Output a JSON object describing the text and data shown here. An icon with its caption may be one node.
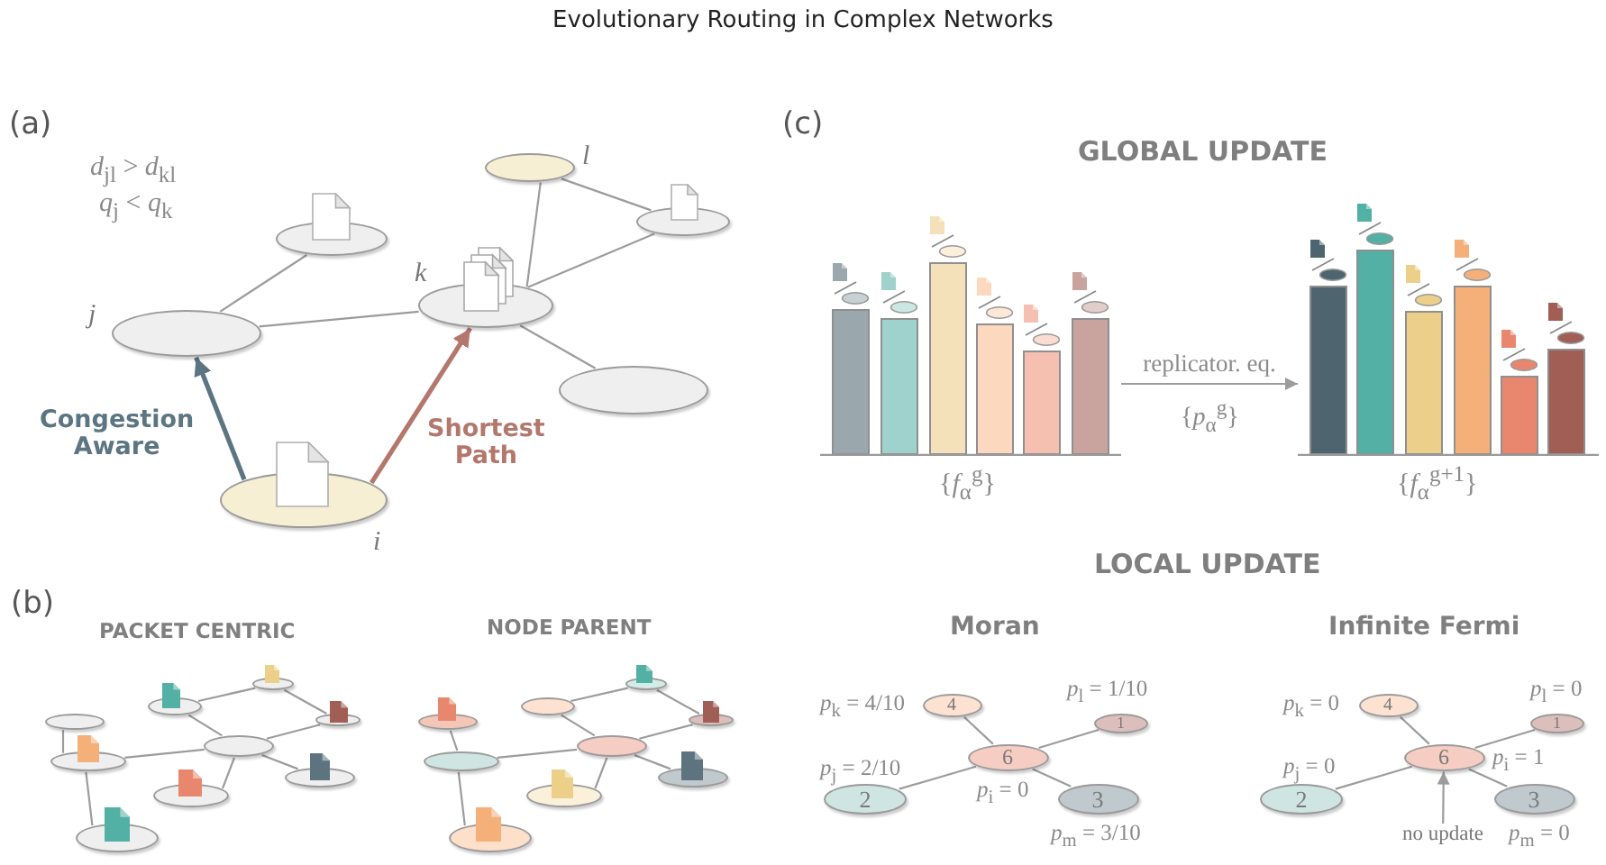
{
  "diagram": {
    "title": "Evolutionary Routing in Complex Networks",
    "nodes": [
      {
        "text": [],
        "shape": "ellipse",
        "beside": [
          "l"
        ]
      },
      {
        "text": [],
        "shape": "ellipse"
      },
      {
        "text": [],
        "shape": "ellipse"
      },
      {
        "text": [],
        "shape": "ellipse",
        "beside": [
          "k"
        ]
      },
      {
        "text": [],
        "shape": "ellipse",
        "beside": [
          "j"
        ]
      },
      {
        "text": [],
        "shape": "ellipse"
      },
      {
        "text": [],
        "shape": "ellipse",
        "beside": [
          "i"
        ]
      },
      {
        "text": [],
        "shape": "ellipse"
      },
      {
        "text": [],
        "shape": "ellipse"
      },
      {
        "text": [],
        "shape": "ellipse"
      },
      {
        "text": [],
        "shape": "ellipse"
      },
      {
        "text": [],
        "shape": "ellipse"
      },
      {
        "text": [],
        "shape": "ellipse"
      },
      {
        "text": [],
        "shape": "ellipse"
      },
      {
        "text": [],
        "shape": "ellipse"
      },
      {
        "text": [],
        "shape": "ellipse"
      },
      {
        "text": [],
        "shape": "ellipse"
      },
      {
        "text": [],
        "shape": "ellipse"
      },
      {
        "text": [],
        "shape": "ellipse"
      },
      {
        "text": [],
        "shape": "ellipse"
      },
      {
        "text": [],
        "shape": "ellipse"
      },
      {
        "text": [],
        "shape": "ellipse"
      },
      {
        "text": [],
        "shape": "ellipse"
      },
      {
        "text": [],
        "shape": "ellipse"
      },
      {
        "text": [],
        "shape": "ellipse"
      },
      {
        "text": [],
        "shape": "picture",
        "beside": [
          "{*f*$_{α}$$^{g}$}"
        ]
      },
      {
        "text": [],
        "shape": "picture",
        "beside": [
          "{*f*$_{α}$$^{g+1}$}"
        ]
      },
      {
        "text": [
          "4"
        ],
        "beside": [
          "*p*$_{k}$ = 4/10"
        ]
      },
      {
        "text": [
          "1"
        ],
        "beside": [
          "*p*$_{l}$ = 1/10"
        ]
      },
      {
        "text": [
          "6"
        ],
        "beside": [
          "*p*$_{i}$ = 0"
        ]
      },
      {
        "text": [
          "2"
        ],
        "beside": [
          "*p*$_{j}$ = 2/10"
        ]
      },
      {
        "text": [
          "3"
        ],
        "beside": [
          "*p*$_{m}$ = 3/10"
        ]
      },
      {
        "text": [
          "4"
        ],
        "beside": [
          "*p*$_{k}$ = 0"
        ]
      },
      {
        "text": [
          "1"
        ],
        "beside": [
          "*p*$_{l}$ = 0"
        ]
      },
      {
        "text": [
          "6"
        ],
        "beside": [
          "*p*$_{i}$ = 1"
        ]
      },
      {
        "text": [
          "2"
        ],
        "beside": [
          "*p*$_{j}$ = 0"
        ]
      },
      {
        "text": [
          "3"
        ],
        "beside": [
          "*p*$_{m}$ = 0"
        ]
      },
      {
        "text": [
          "no update"
        ]
      }
    ],
    "edges": [
      {
        "from": 0,
        "to": 1,
        "arrow": "none"
      },
      {
        "from": 0,
        "to": 3,
        "arrow": "none"
      },
      {
        "from": 2,
        "to": 4,
        "arrow": "none"
      },
      {
        "from": 4,
        "to": 3,
        "arrow": "none"
      },
      {
        "from": 3,
        "to": 1,
        "arrow": "none"
      },
      {
        "from": 3,
        "to": 5,
        "arrow": "none"
      },
      {
        "from": 6,
        "to": 4,
        "arrow": "to",
        "label": "Congestion Aware",
        "style": "thick",
        "color": "#5b7582"
      },
      {
        "from": 6,
        "to": 3,
        "arrow": "to",
        "label": "Shortest Path",
        "style": "thick",
        "color": "#b3776c"
      },
      {
        "from": 7,
        "to": 11,
        "arrow": "none"
      },
      {
        "from": 8,
        "to": 9,
        "arrow": "none"
      },
      {
        "from": 9,
        "to": 10,
        "arrow": "none"
      },
      {
        "from": 8,
        "to": 12,
        "arrow": "none"
      },
      {
        "from": 11,
        "to": 12,
        "arrow": "none"
      },
      {
        "from": 12,
        "to": 10,
        "arrow": "none"
      },
      {
        "from": 12,
        "to": 13,
        "arrow": "none"
      },
      {
        "from": 12,
        "to": 14,
        "arrow": "none"
      },
      {
        "from": 11,
        "to": 15,
        "arrow": "none"
      },
      {
        "from": 16,
        "to": 20,
        "arrow": "none"
      },
      {
        "from": 17,
        "to": 18,
        "arrow": "none"
      },
      {
        "from": 18,
        "to": 19,
        "arrow": "none"
      },
      {
        "from": 17,
        "to": 21,
        "arrow": "none"
      },
      {
        "from": 20,
        "to": 21,
        "arrow": "none"
      },
      {
        "from": 21,
        "to": 19,
        "arrow": "none"
      },
      {
        "from": 21,
        "to": 22,
        "arrow": "none"
      },
      {
        "from": 21,
        "to": 23,
        "arrow": "none"
      },
      {
        "from": 20,
        "to": 24,
        "arrow": "none"
      },
      {
        "from": 25,
        "to": 26,
        "arrow": "to",
        "label": "replicator. eq."
      },
      {
        "from": 27,
        "to": 29,
        "arrow": "none"
      },
      {
        "from": 29,
        "to": 28,
        "arrow": "none"
      },
      {
        "from": 30,
        "to": 29,
        "arrow": "none"
      },
      {
        "from": 29,
        "to": 31,
        "arrow": "none"
      },
      {
        "from": 32,
        "to": 34,
        "arrow": "none"
      },
      {
        "from": 34,
        "to": 33,
        "arrow": "none"
      },
      {
        "from": 35,
        "to": 34,
        "arrow": "none"
      },
      {
        "from": 34,
        "to": 36,
        "arrow": "none"
      },
      {
        "from": 37,
        "to": 34,
        "arrow": "to"
      }
    ],
    "labels": [
      "(a)",
      "*d*$_{jl}$ > *d*$_{kl}$",
      "*q*$_{j}$ < *q*$_{k}$",
      "(b)",
      "PACKET CENTRIC",
      "NODE PARENT",
      "(c)",
      "GLOBAL UPDATE",
      "{*p*$_{α}$$^{g}$}",
      "LOCAL UPDATE",
      "Moran",
      "Infinite Fermi"
    ]
  }
}
